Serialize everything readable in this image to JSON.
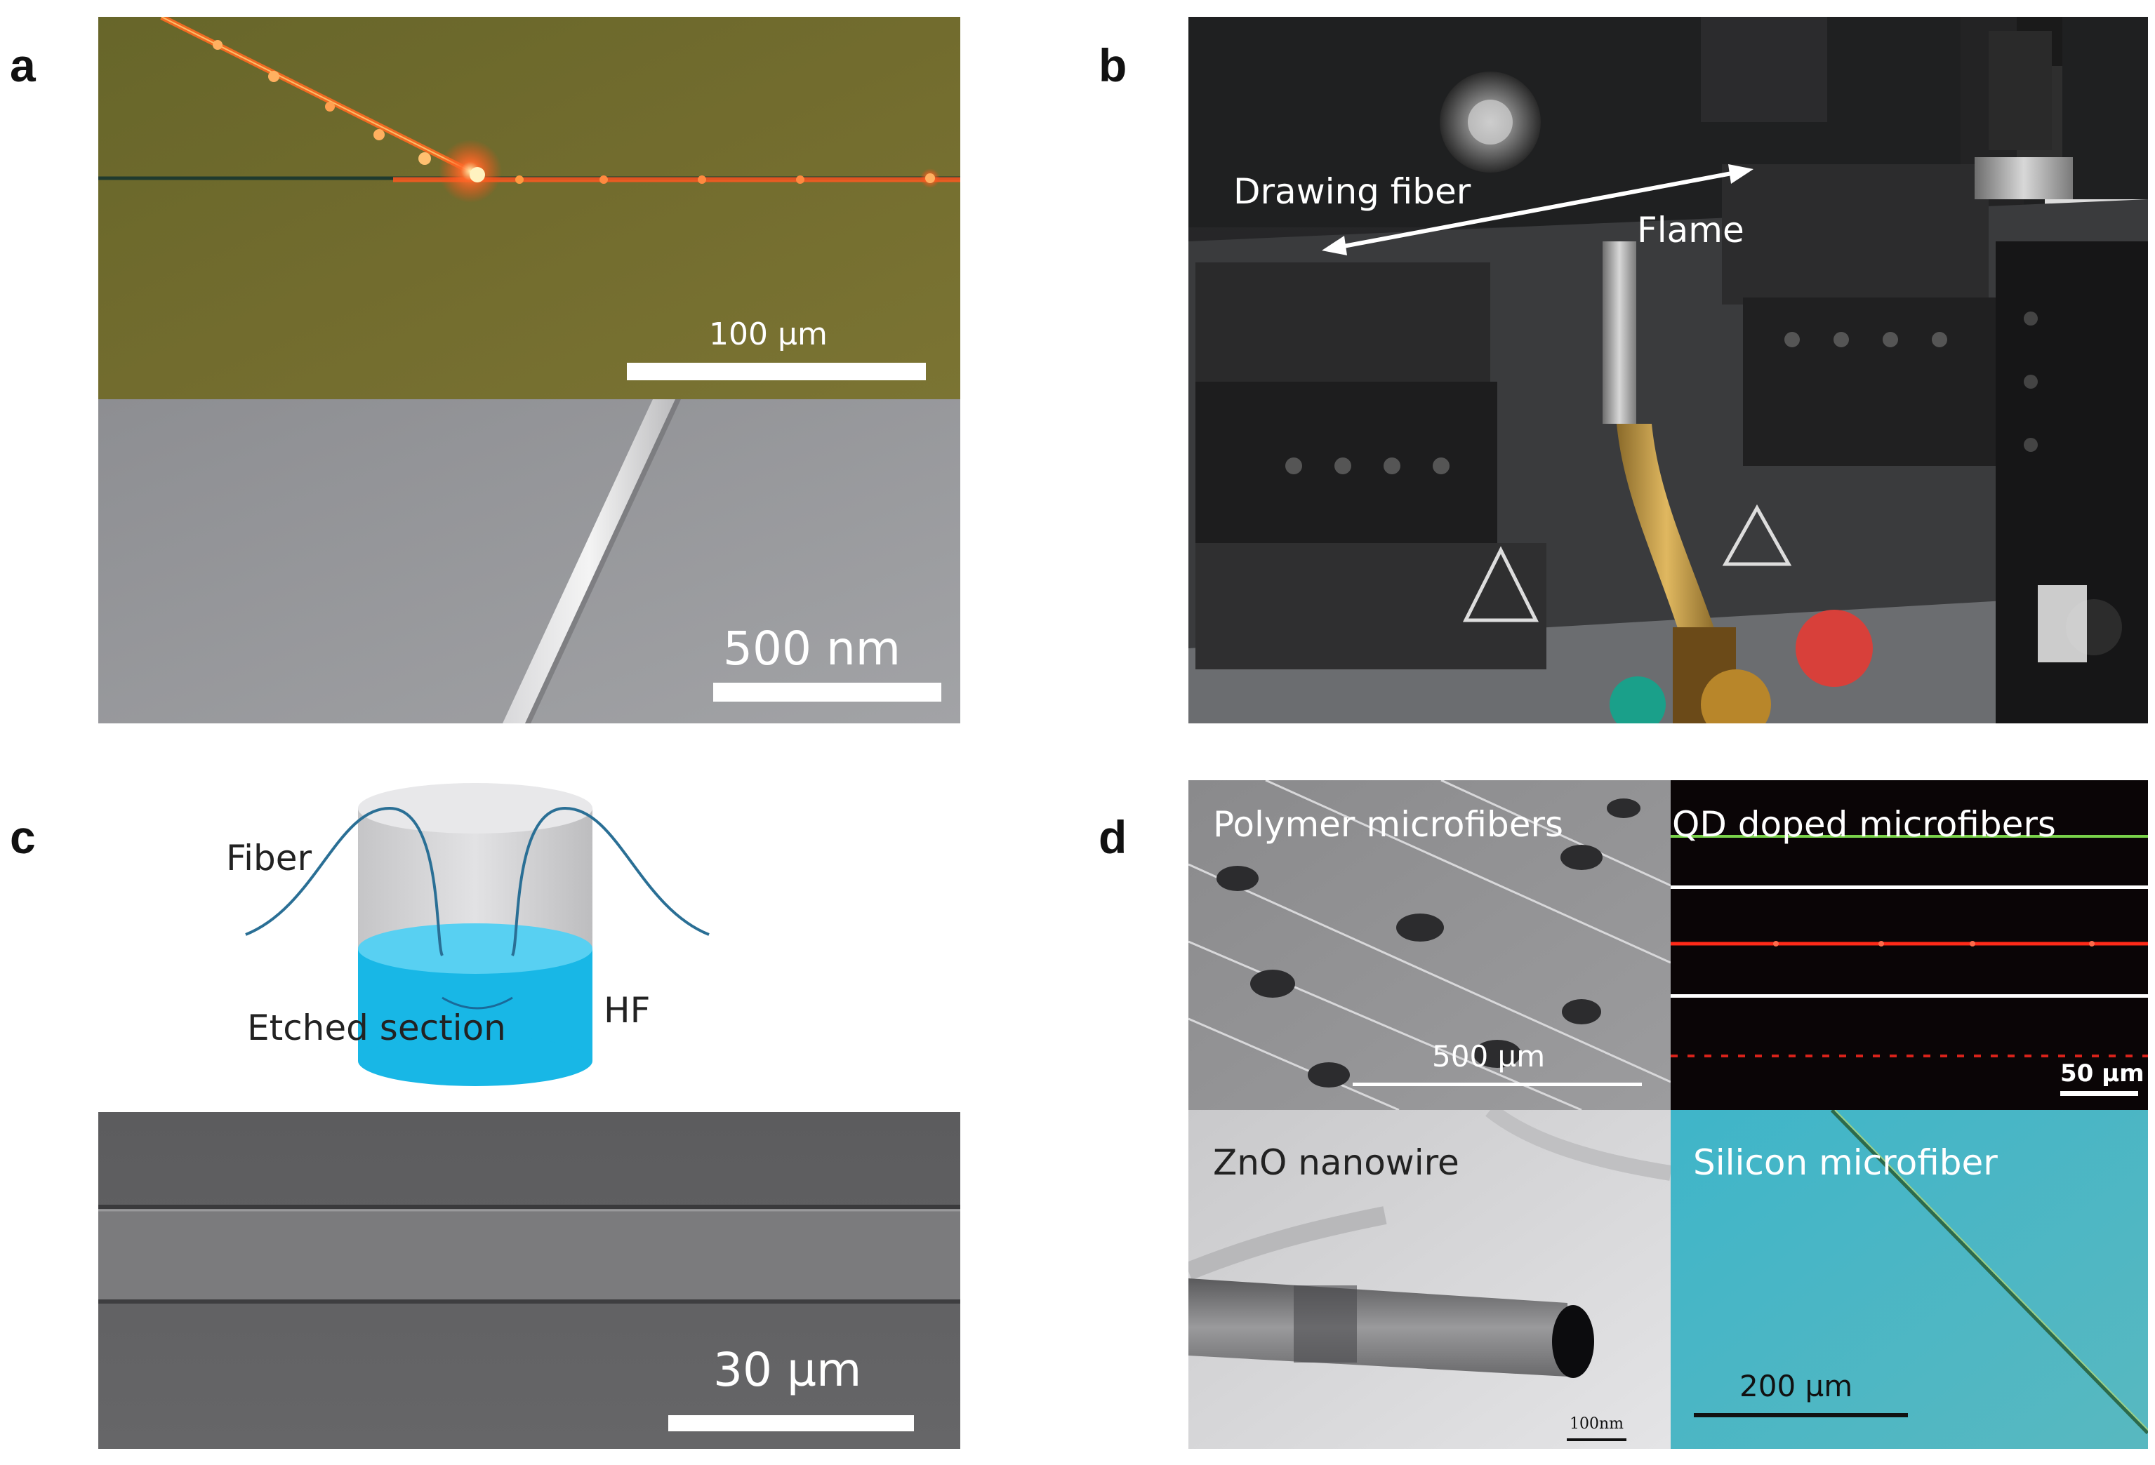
{
  "panels": {
    "a": {
      "letter": "a",
      "top_scalebar": "100 µm",
      "bottom_scalebar": "500 nm"
    },
    "b": {
      "letter": "b",
      "label_drawing": "Drawing fiber",
      "label_flame": "Flame"
    },
    "c": {
      "letter": "c",
      "label_fiber": "Fiber",
      "label_etched": "Etched section",
      "label_hf": "HF",
      "scalebar": "30 µm"
    },
    "d": {
      "letter": "d",
      "polymer_title": "Polymer microfibers",
      "polymer_scalebar": "500 µm",
      "qd_title": "QD doped microfibers",
      "qd_scalebar": "50 µm",
      "zno_title": "ZnO nanowire",
      "zno_scalebar": "100nm",
      "silicon_title": "Silicon microfiber",
      "silicon_scalebar": "200 µm"
    }
  },
  "colors": {
    "olive_bg": "#6f6a2c",
    "sem_gray": "#9a9a9c",
    "hf_blue": "#1ab8e6",
    "silicon_teal": "#47b2c2",
    "fluor_red": "#ff3a18",
    "fluor_green": "#79d24a"
  }
}
